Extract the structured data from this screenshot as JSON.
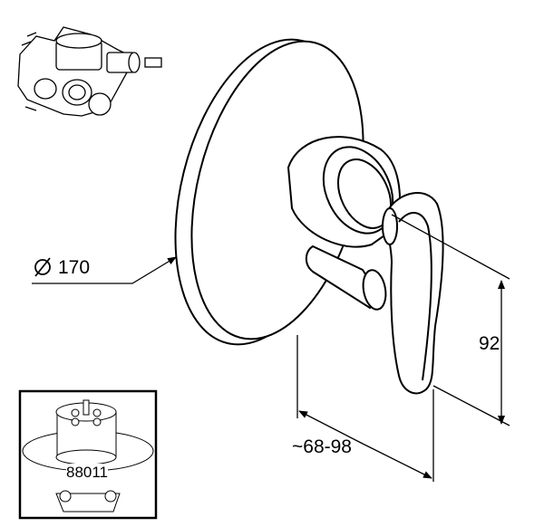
{
  "dimensions": {
    "diameter_symbol": "Ø",
    "diameter": "170",
    "height": "92",
    "projection": "~68-98"
  },
  "inset": {
    "part_number": "88011"
  }
}
